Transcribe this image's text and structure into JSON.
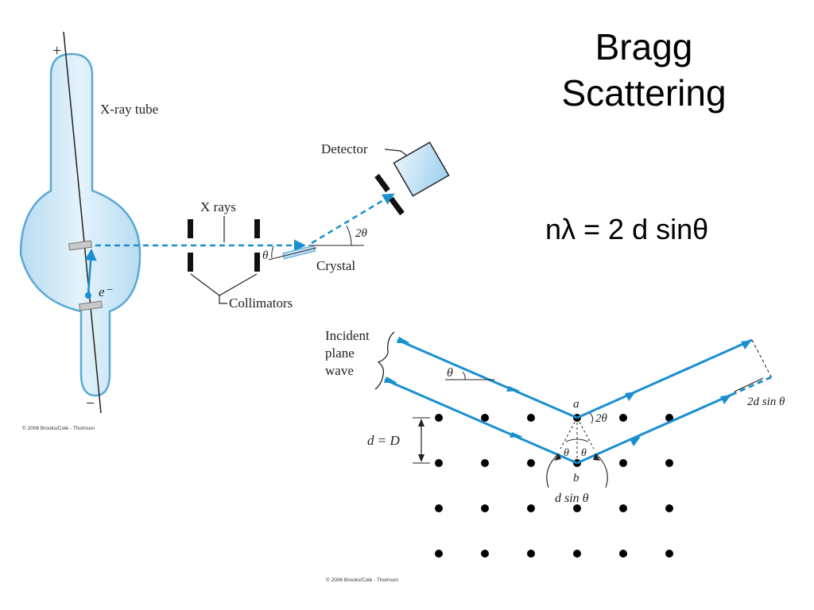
{
  "slide": {
    "title_line1": "Bragg",
    "title_line2": "Scattering",
    "equation": "nλ = 2 d sinθ"
  },
  "apparatus": {
    "plus": "+",
    "minus": "−",
    "tube_label": "X-ray tube",
    "electron_label": "e⁻",
    "xrays_label": "X rays",
    "collimators_label": "Collimators",
    "detector_label": "Detector",
    "crystal_label": "Crystal",
    "theta_label": "θ",
    "two_theta_label": "2θ",
    "copyright": "© 2006 Brooks/Cole - Thomson"
  },
  "lattice": {
    "incident_label_line1": "Incident",
    "incident_label_line2": "plane",
    "incident_label_line3": "wave",
    "theta_label": "θ",
    "point_a": "a",
    "point_b": "b",
    "two_theta_label": "2θ",
    "theta_left": "θ",
    "theta_right": "θ",
    "spacing_label": "d = D",
    "path_label": "d sin θ",
    "path_diff_label": "2d sin θ",
    "copyright": "© 2006 Brooks/Cole - Thomson"
  },
  "colors": {
    "ray": "#1a8fd0",
    "tube_fill": "#cfe8f6",
    "tube_stroke": "#5aa9d6"
  }
}
